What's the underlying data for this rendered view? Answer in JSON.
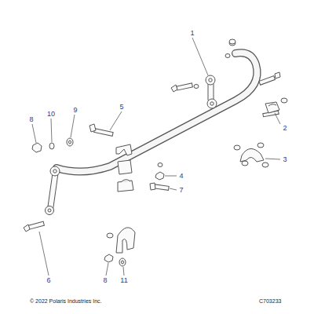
{
  "diagram": {
    "labels": [
      "1",
      "2",
      "3",
      "4",
      "5",
      "6",
      "7",
      "8",
      "9",
      "10",
      "8",
      "11",
      "© 2022 Polaris Industries Inc.",
      "C703233"
    ]
  }
}
